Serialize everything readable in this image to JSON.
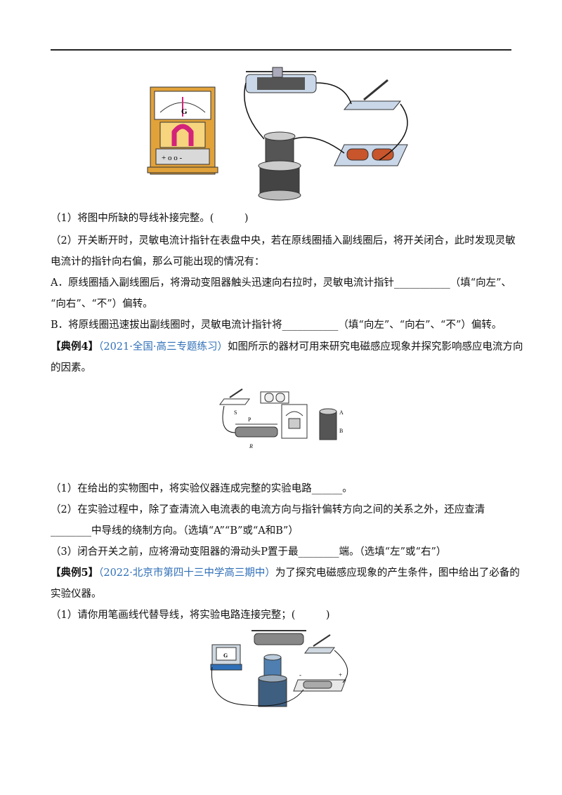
{
  "figure1": {
    "meter_letter": "G",
    "meter_terminals": "+ o o -"
  },
  "q3": {
    "p1": "（1）将图中所缺的导线补接完整。(　　　)",
    "p2a": "（2）开关断开时，灵敏电流计指针在表盘中央，若在原线圈插入副线圈后，将开关闭合，此时发现灵敏",
    "p2b": "电流计的指针向右偏，那么可能出现的情况有：",
    "pAa": "A．原线圈插入副线圈后，将滑动变阻器触头迅速向右拉时，灵敏电流计指针___________（填“向左”、",
    "pAb": "“向右”、“不”）偏转。",
    "pB": "B．将原线圈迅速拔出副线圈时，灵敏电流计指针将___________（填“向左”、“向右”、“不”）偏转。"
  },
  "ex4": {
    "tag": "【典例4】",
    "source": "（2021·全国·高三专题练习）",
    "stem_a": "如图所示的器材可用来研究电磁感应现象并探究影响感应电流方向",
    "stem_b": "的因素。",
    "fig_labels": {
      "s": "S",
      "p": "P",
      "r": "R",
      "a": "A",
      "b": "B"
    },
    "p1": "（1）在给出的实物图中，将实验仪器连成完整的实验电路______。",
    "p2a": "（2）在实验过程中，除了查清流入电流表的电流方向与指针偏转方向之间的关系之外，还应查清",
    "p2b": "________中导线的绕制方向。（选填“A”“B”或“A和B”）",
    "p3": "（3）闭合开关之前，应将滑动变阻器的滑动头P置于最________端。（选填“左”或“右”）"
  },
  "ex5": {
    "tag": "【典例5】",
    "source": "（2022·北京市第四十三中学高三期中）",
    "stem_a": "为了探究电磁感应现象的产生条件，图中给出了必备的",
    "stem_b": "实验仪器。",
    "p1": "（1）请你用笔画线代替导线，将实验电路连接完整；(　　　)",
    "fig_labels": {
      "meter": "G",
      "minus": "-",
      "plus": "+"
    }
  },
  "colors": {
    "accent_blue": "#2f6fb8",
    "meter_wood": "#e2a23a",
    "magnet_pink": "#d4237a"
  }
}
